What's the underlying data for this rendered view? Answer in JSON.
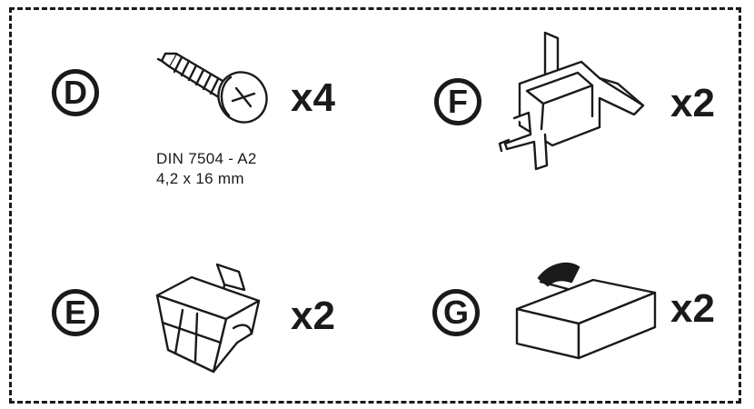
{
  "parts": [
    {
      "letter": "D",
      "quantity": "x4",
      "spec_lines": [
        "DIN 7504 - A2",
        "4,2 x 16 mm"
      ],
      "icon": "self-drilling-screw-icon"
    },
    {
      "letter": "E",
      "quantity": "x2",
      "icon": "clip-bracket-icon"
    },
    {
      "letter": "F",
      "quantity": "x2",
      "icon": "mounting-bracket-icon"
    },
    {
      "letter": "G",
      "quantity": "x2",
      "icon": "adhesive-pad-icon"
    }
  ]
}
